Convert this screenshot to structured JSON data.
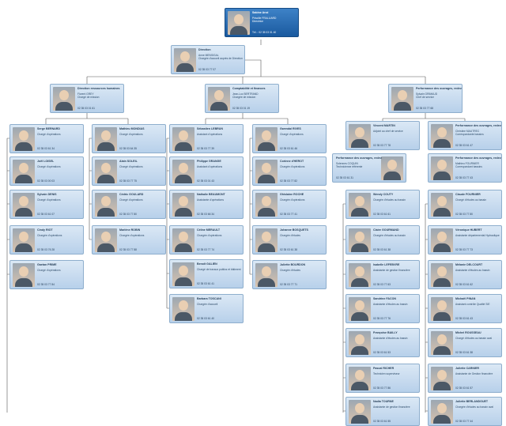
{
  "org_chart": {
    "ceo": {
      "name": "Sabine Anxi",
      "title": "Priscille FRALLIARD\nDirectrice",
      "phone": "Tél. : 02 35 03 01 40"
    },
    "director": {
      "name": "Direction",
      "title": "Anne MENSIGAL\nChargée d'accueil auprès de Direction",
      "phone": "02 35 03 77 07"
    },
    "unit_heads": [
      {
        "name": "Direction ressources humaines",
        "title": "Florent GREY\nChargé de mission",
        "phone": "02 35 03 01 61"
      },
      {
        "name": "Comptabilité et finances",
        "title": "Jean-Luc BERTRAND\nChargée de mission",
        "phone": "02 35 03 01 19"
      },
      {
        "name": "Performance des ouvrages, redevances, affermages et franchises",
        "title": "Sylvain GRIMAUD\nChef de service",
        "phone": "02 35 03 77 68"
      }
    ],
    "col1": [
      {
        "name": "Serge BERNARD",
        "title": "Chargé d'opérations",
        "phone": "02 35 03 61 34"
      },
      {
        "name": "Joël LOISEL",
        "title": "Chargé d'opérations",
        "phone": "02 35 03 00 03"
      },
      {
        "name": "Sylvain DENIS",
        "title": "Chargé d'opérations",
        "phone": "02 35 03 61 07"
      },
      {
        "name": "Cindy RIOT",
        "title": "Chargée d'opérations",
        "phone": "02 35 03 76 28"
      },
      {
        "name": "Gaetan PRIME",
        "title": "Chargé d'opérations",
        "phone": "02 35 03 77 84"
      }
    ],
    "col2": [
      {
        "name": "Mathieu MONDIAS",
        "title": "Chargé d'opérations",
        "phone": "02 35 03 64 35"
      },
      {
        "name": "Alain SOLEIL",
        "title": "Chargé d'opérations",
        "phone": "02 35 03 77 75"
      },
      {
        "name": "Cédric GOULARD",
        "title": "Chargé d'opérations",
        "phone": "02 35 03 77 80"
      },
      {
        "name": "Marlène ROBIN",
        "title": "Chargée d'opérations",
        "phone": "02 35 03 77 88"
      }
    ],
    "col3": [
      {
        "name": "Sébastien LEBRUN",
        "title": "Assistant d'opérations",
        "phone": "02 35 03 77 39"
      },
      {
        "name": "Philippe GRANGE",
        "title": "Assistant d'opérations",
        "phone": "02 35 03 01 43"
      },
      {
        "name": "Nathalie BEAUMONT",
        "title": "Assistante d'opérations",
        "phone": "02 35 03 66 34"
      },
      {
        "name": "Céline MERAULT",
        "title": "Chargée d'opérations",
        "phone": "02 35 03 77 74"
      },
      {
        "name": "Benoît GALIEN",
        "title": "Chargé de travaux publics et bâtiment",
        "phone": "02 35 03 61 41"
      },
      {
        "name": "Barbara TOSCANI",
        "title": "Chargée d'accueil",
        "phone": "02 35 03 61 40"
      }
    ],
    "col4": [
      {
        "name": "Gwendal RIVES",
        "title": "Chargé d'opérations",
        "phone": "02 35 03 61 46"
      },
      {
        "name": "Corinne d'HEROT",
        "title": "Chargée d'opérations",
        "phone": "02 35 03 77 82"
      },
      {
        "name": "Ghislaine ROCHE",
        "title": "Chargée d'opérations",
        "phone": "02 35 03 77 41"
      },
      {
        "name": "Johanne BOSQUETS",
        "title": "Chargée d'études",
        "phone": "02 35 03 61 38"
      },
      {
        "name": "Juliette BOURDON",
        "title": "Chargée d'études",
        "phone": "02 35 03 77 71"
      }
    ],
    "col5_top": {
      "name": "Vincent MARTIN",
      "title": "Adjoint au chef de service",
      "phone": "02 35 03 77 78"
    },
    "col5_sub": {
      "name": "Performance des ouvrages, redevances, affermages et franchises",
      "title": "Solennes COQUIN\nTechnicienne référente",
      "phone": "02 35 03 61 31"
    },
    "col5": [
      {
        "name": "Wendy COUTY",
        "title": "Chargée d'études au bassin",
        "phone": "02 35 03 61 61"
      },
      {
        "name": "Claire GOURMAND",
        "title": "Chargée d'études au bassin",
        "phone": "02 35 03 61 38"
      },
      {
        "name": "Isabelle LEFEBVRE",
        "title": "Assistante de gestion financière",
        "phone": "02 35 03 77 63"
      },
      {
        "name": "Sandrine FACON",
        "title": "Assistante d'études au bassin",
        "phone": "02 35 03 77 76"
      },
      {
        "name": "Françoise BAILLY",
        "title": "Assistante d'études au bassin",
        "phone": "02 35 03 61 53"
      },
      {
        "name": "Pascal RICHER",
        "title": "Technicien superviseur",
        "phone": "02 35 03 77 86"
      },
      {
        "name": "Nadia TOURNE",
        "title": "Assistante de gestion financière",
        "phone": "02 35 03 61 55"
      }
    ],
    "col6_top": {
      "name": "Performance des ouvrages, redevances, affermages et franchises",
      "title": "Christine MAUTREC\nCorrespondante bassins",
      "phone": "02 35 03 61 47"
    },
    "col6_sub": {
      "name": "Performance des ouvrages, redevances, affermages et franchises",
      "title": "Mathieu FOURNIER\nCorrespondant bassins",
      "phone": "02 35 03 77 43"
    },
    "col6": [
      {
        "name": "Claude FOURNIER",
        "title": "Chargé d'études au bassin",
        "phone": "02 35 03 77 80"
      },
      {
        "name": "Véronique HUBERT",
        "title": "Assistante départemental Hydraulique",
        "phone": "02 35 03 77 73"
      },
      {
        "name": "Mélanie DELCOURT",
        "title": "Assistante d'études au bassin",
        "phone": "02 35 03 61 62"
      },
      {
        "name": "Michaël PINAN",
        "title": "Assistant contrôle Qualité SIE",
        "phone": "02 35 03 61 43"
      },
      {
        "name": "Michel ROUSSEAU",
        "title": "Chargé d'études au bassin aval",
        "phone": "02 35 03 61 38"
      },
      {
        "name": "Juliette CARNIER",
        "title": "Assistante de Gestion financière",
        "phone": "02 35 03 61 57"
      },
      {
        "name": "Juliette BERLANDGUET",
        "title": "Chargée d'études au bassin aval",
        "phone": "02 35 03 77 44"
      }
    ]
  }
}
